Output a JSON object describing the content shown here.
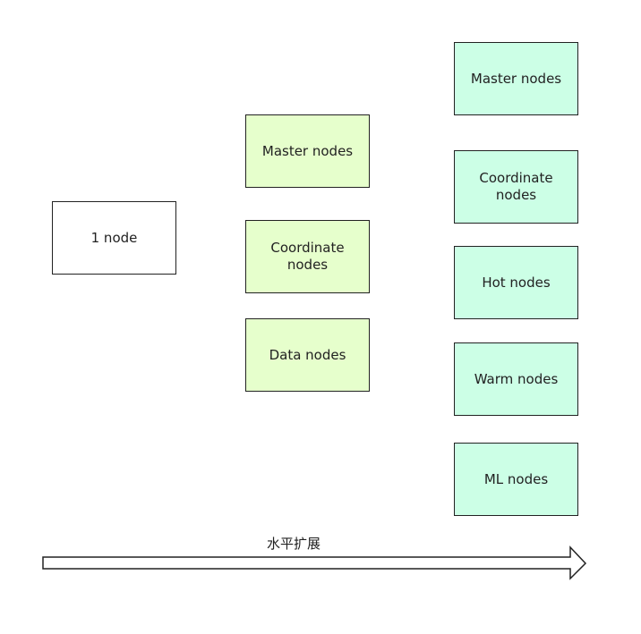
{
  "colors": {
    "white": "#ffffff",
    "green_light": "#e6ffcc",
    "mint_light": "#ccffe6",
    "border": "#222222"
  },
  "columns": [
    {
      "nodes": [
        {
          "label": "1 node",
          "fill": "#ffffff"
        }
      ]
    },
    {
      "nodes": [
        {
          "label": "Master nodes",
          "fill": "#e6ffcc"
        },
        {
          "label": "Coordinate nodes",
          "fill": "#e6ffcc"
        },
        {
          "label": "Data nodes",
          "fill": "#e6ffcc"
        }
      ]
    },
    {
      "nodes": [
        {
          "label": "Master nodes",
          "fill": "#ccffe6"
        },
        {
          "label": "Coordinate nodes",
          "fill": "#ccffe6"
        },
        {
          "label": "Hot nodes",
          "fill": "#ccffe6"
        },
        {
          "label": "Warm nodes",
          "fill": "#ccffe6"
        },
        {
          "label": "ML nodes",
          "fill": "#ccffe6"
        }
      ]
    }
  ],
  "arrow": {
    "label": "水平扩展"
  }
}
